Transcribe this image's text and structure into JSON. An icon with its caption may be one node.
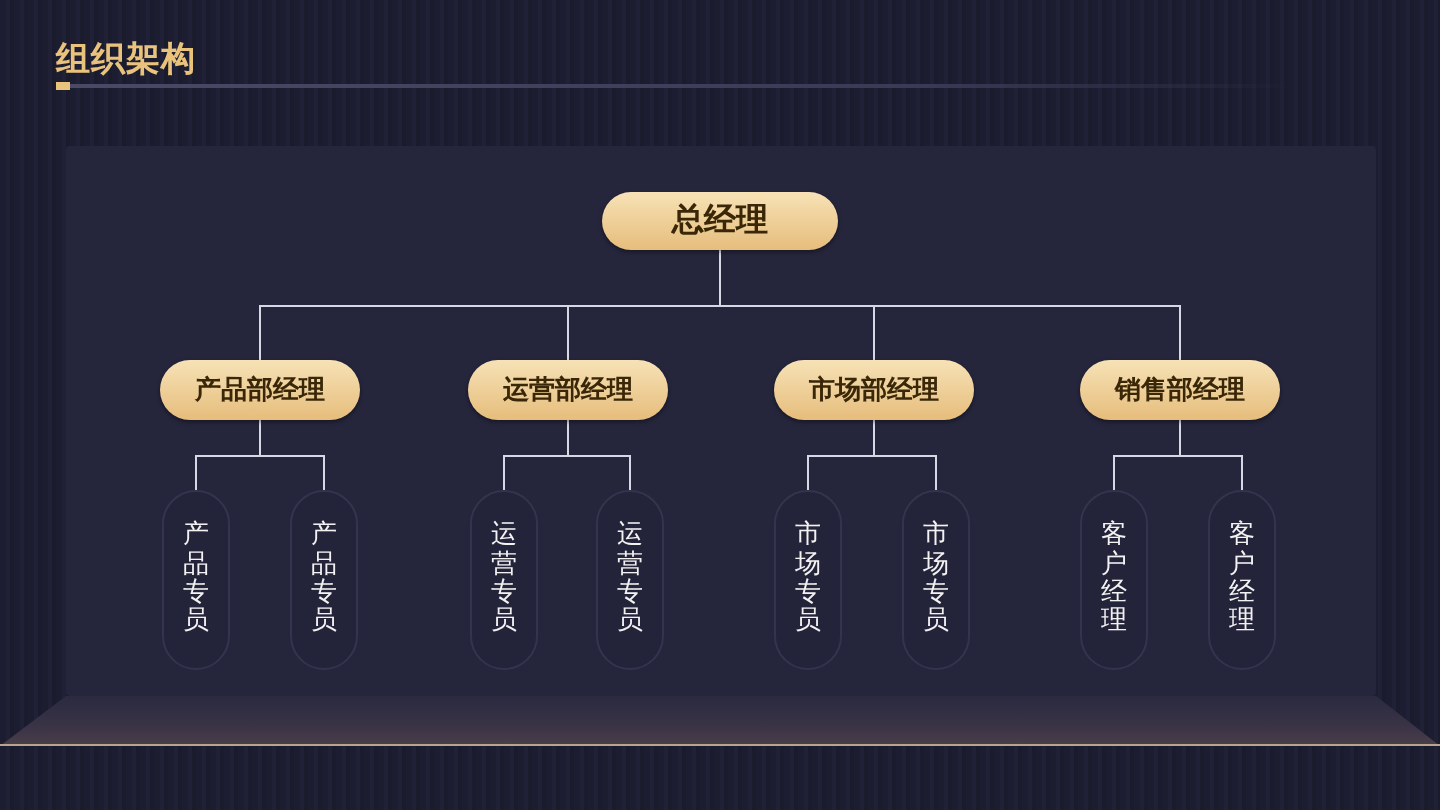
{
  "diagram": {
    "title": "组织架构",
    "nodes": [
      {
        "text": [
          "总经理"
        ]
      },
      {
        "text": [
          "产品部经理"
        ]
      },
      {
        "text": [
          "运营部经理"
        ]
      },
      {
        "text": [
          "市场部经理"
        ]
      },
      {
        "text": [
          "销售部经理"
        ]
      },
      {
        "text": [
          "产品专员"
        ]
      },
      {
        "text": [
          "产品专员"
        ]
      },
      {
        "text": [
          "运营专员"
        ]
      },
      {
        "text": [
          "运营专员"
        ]
      },
      {
        "text": [
          "市场专员"
        ]
      },
      {
        "text": [
          "市场专员"
        ]
      },
      {
        "text": [
          "客户经理"
        ]
      },
      {
        "text": [
          "客户经理"
        ]
      }
    ],
    "edges": [
      {
        "from": 0,
        "to": 1,
        "arrow": "none"
      },
      {
        "from": 0,
        "to": 2,
        "arrow": "none"
      },
      {
        "from": 0,
        "to": 3,
        "arrow": "none"
      },
      {
        "from": 0,
        "to": 4,
        "arrow": "none"
      },
      {
        "from": 1,
        "to": 5,
        "arrow": "none"
      },
      {
        "from": 1,
        "to": 6,
        "arrow": "none"
      },
      {
        "from": 2,
        "to": 7,
        "arrow": "none"
      },
      {
        "from": 2,
        "to": 8,
        "arrow": "none"
      },
      {
        "from": 3,
        "to": 9,
        "arrow": "none"
      },
      {
        "from": 3,
        "to": 10,
        "arrow": "none"
      },
      {
        "from": 4,
        "to": 11,
        "arrow": "none"
      },
      {
        "from": 4,
        "to": 12,
        "arrow": "none"
      }
    ]
  }
}
